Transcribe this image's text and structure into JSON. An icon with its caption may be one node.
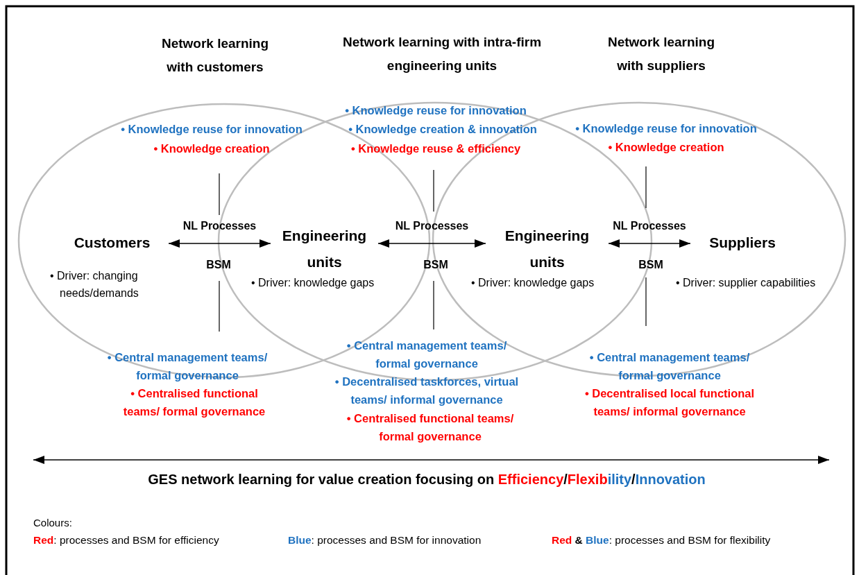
{
  "diagram": {
    "nodes": [
      {
        "text": [
          "Customers"
        ],
        "beside": [
          "• Driver: changing needs/demands"
        ]
      },
      {
        "text": [
          "Engineering units"
        ],
        "beside": [
          "• Driver: knowledge gaps"
        ]
      },
      {
        "text": [
          "Engineering units"
        ],
        "beside": [
          "• Driver: knowledge gaps"
        ]
      },
      {
        "text": [
          "Suppliers"
        ],
        "beside": [
          "• Driver: supplier capabilities"
        ]
      }
    ],
    "edges": [
      {
        "from": 0,
        "to": 1,
        "arrow": "both",
        "label": "NL Processes"
      },
      {
        "from": 1,
        "to": 2,
        "arrow": "both",
        "label": "NL Processes"
      },
      {
        "from": 2,
        "to": 3,
        "arrow": "both",
        "label": "NL Processes"
      }
    ],
    "labels": [
      "Network learning with customers",
      "Network learning with intra-firm engineering units",
      "Network learning with suppliers",
      "• Knowledge reuse for innovation",
      "• Knowledge reuse for innovation",
      "• Knowledge creation & innovation",
      "• Knowledge reuse for innovation",
      "• Knowledge creation",
      "• Knowledge reuse & efficiency",
      "• Knowledge creation",
      "BSM",
      "BSM",
      "BSM",
      "• Central management teams/ formal governance",
      "• Central management teams/ formal governance",
      "• Central management teams/ formal governance",
      "• Decentralised taskforces, virtual teams/ informal governance",
      "• Centralised functional teams/ formal governance",
      "• Decentralised local functional teams/ informal governance",
      "• Centralised functional teams/ formal governance",
      "GES network learning for value creation focusing on Efficiency/Flexibility/Innovation",
      "Colours:"
    ],
    "legend": [
      {
        "text": "Red: processes and BSM for efficiency",
        "color": "#ff0000"
      },
      {
        "text": "Blue: processes and BSM for innovation",
        "color": "#1f72c0"
      },
      {
        "text": "Red & Blue: processes and BSM for flexibility"
      }
    ]
  }
}
